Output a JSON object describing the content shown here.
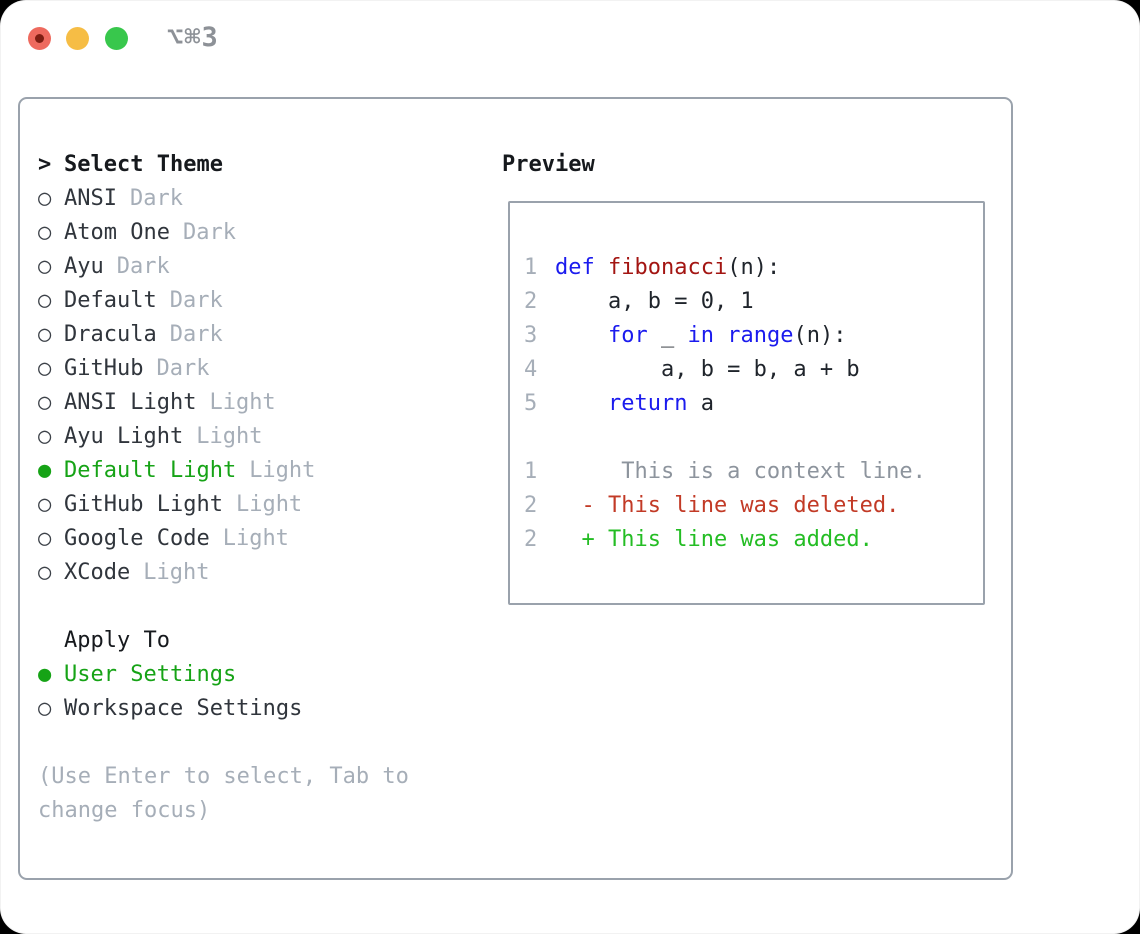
{
  "window": {
    "shortcut": "⌥⌘3"
  },
  "colors": {
    "accent_green": "#16a316",
    "added_green": "#24bd24",
    "deleted_red": "#c23a26",
    "keyword_blue": "#1b1bee",
    "function_red": "#a31512",
    "text_dark": "#30353c",
    "heading_dark": "#16191d",
    "muted_gray": "#a6aeb8",
    "context_gray": "#8d949d",
    "border_gray": "#9aa2ac",
    "traffic_red": "#ee6a5e",
    "traffic_yellow": "#f6bd45",
    "traffic_green": "#38c74c"
  },
  "theme_panel": {
    "title_marker": ">",
    "title": "Select Theme",
    "radio_unselected": "○",
    "radio_selected": "●",
    "themes": [
      {
        "name": "ANSI",
        "variant": "Dark",
        "selected": false
      },
      {
        "name": "Atom One",
        "variant": "Dark",
        "selected": false
      },
      {
        "name": "Ayu",
        "variant": "Dark",
        "selected": false
      },
      {
        "name": "Default",
        "variant": "Dark",
        "selected": false
      },
      {
        "name": "Dracula",
        "variant": "Dark",
        "selected": false
      },
      {
        "name": "GitHub",
        "variant": "Dark",
        "selected": false
      },
      {
        "name": "ANSI Light",
        "variant": "Light",
        "selected": false
      },
      {
        "name": "Ayu Light",
        "variant": "Light",
        "selected": false
      },
      {
        "name": "Default Light",
        "variant": "Light",
        "selected": true
      },
      {
        "name": "GitHub Light",
        "variant": "Light",
        "selected": false
      },
      {
        "name": "Google Code",
        "variant": "Light",
        "selected": false
      },
      {
        "name": "XCode",
        "variant": "Light",
        "selected": false
      }
    ],
    "apply_to": {
      "title": "Apply To",
      "options": [
        {
          "label": "User Settings",
          "selected": true
        },
        {
          "label": "Workspace Settings",
          "selected": false
        }
      ]
    },
    "help_text": "(Use Enter to select, Tab to change focus)"
  },
  "preview": {
    "title": "Preview",
    "code_lines": [
      {
        "num": "1",
        "segments": [
          {
            "text": "def",
            "style": "keyword"
          },
          {
            "text": " ",
            "style": "plain"
          },
          {
            "text": "fibonacci",
            "style": "function"
          },
          {
            "text": "(n):",
            "style": "plain"
          }
        ]
      },
      {
        "num": "2",
        "segments": [
          {
            "text": "    a, b = 0, 1",
            "style": "plain"
          }
        ]
      },
      {
        "num": "3",
        "segments": [
          {
            "text": "    ",
            "style": "plain"
          },
          {
            "text": "for",
            "style": "keyword"
          },
          {
            "text": " _ ",
            "style": "plain"
          },
          {
            "text": "in",
            "style": "keyword"
          },
          {
            "text": " ",
            "style": "plain"
          },
          {
            "text": "range",
            "style": "keyword"
          },
          {
            "text": "(n):",
            "style": "plain"
          }
        ]
      },
      {
        "num": "4",
        "segments": [
          {
            "text": "        a, b = b, a + b",
            "style": "plain"
          }
        ]
      },
      {
        "num": "5",
        "segments": [
          {
            "text": "    ",
            "style": "plain"
          },
          {
            "text": "return",
            "style": "keyword"
          },
          {
            "text": " a",
            "style": "plain"
          }
        ]
      }
    ],
    "diff_lines": [
      {
        "num": "1",
        "text": "     This is a context line.",
        "style": "context"
      },
      {
        "num": "2",
        "text": "  - This line was deleted.",
        "style": "deleted"
      },
      {
        "num": "2",
        "text": "  + This line was added.",
        "style": "added"
      }
    ]
  }
}
